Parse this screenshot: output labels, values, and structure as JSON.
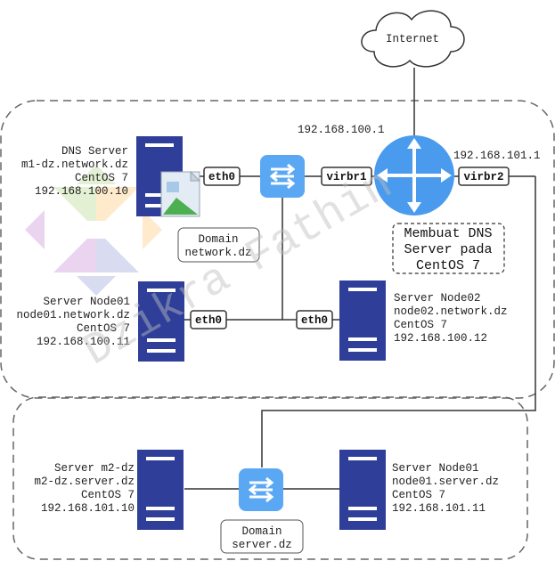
{
  "internet": {
    "label": "Internet"
  },
  "router": {
    "ip_top": "192.168.100.1",
    "ip_right": "192.168.101.1"
  },
  "ports": {
    "eth0_dns": "eth0",
    "virbr1": "virbr1",
    "virbr2": "virbr2",
    "eth0_node01": "eth0",
    "eth0_node02": "eth0"
  },
  "servers": {
    "dns": [
      "DNS Server",
      "m1-dz.network.dz",
      "CentOS 7",
      "192.168.100.10"
    ],
    "node01_net": [
      "Server Node01",
      "node01.network.dz",
      "CentOS 7",
      "192.168.100.11"
    ],
    "node02_net": [
      "Server Node02",
      "node02.network.dz",
      "CentOS 7",
      "192.168.100.12"
    ],
    "m2": [
      "Server m2-dz",
      "m2-dz.server.dz",
      "CentOS 7",
      "192.168.101.10"
    ],
    "node01_srv": [
      "Server Node01",
      "node01.server.dz",
      "CentOS 7",
      "192.168.101.11"
    ]
  },
  "domains": {
    "network": [
      "Domain",
      "network.dz"
    ],
    "server": [
      "Domain",
      "server.dz"
    ]
  },
  "title_box": [
    "Membuat DNS",
    "Server pada",
    "CentOS 7"
  ],
  "watermark": "Dzikra Fathin",
  "colors": {
    "server_blue": "#2f3f99",
    "switch_blue": "#5aa7f4",
    "router_blue": "#4a9bee",
    "line": "#333333"
  }
}
